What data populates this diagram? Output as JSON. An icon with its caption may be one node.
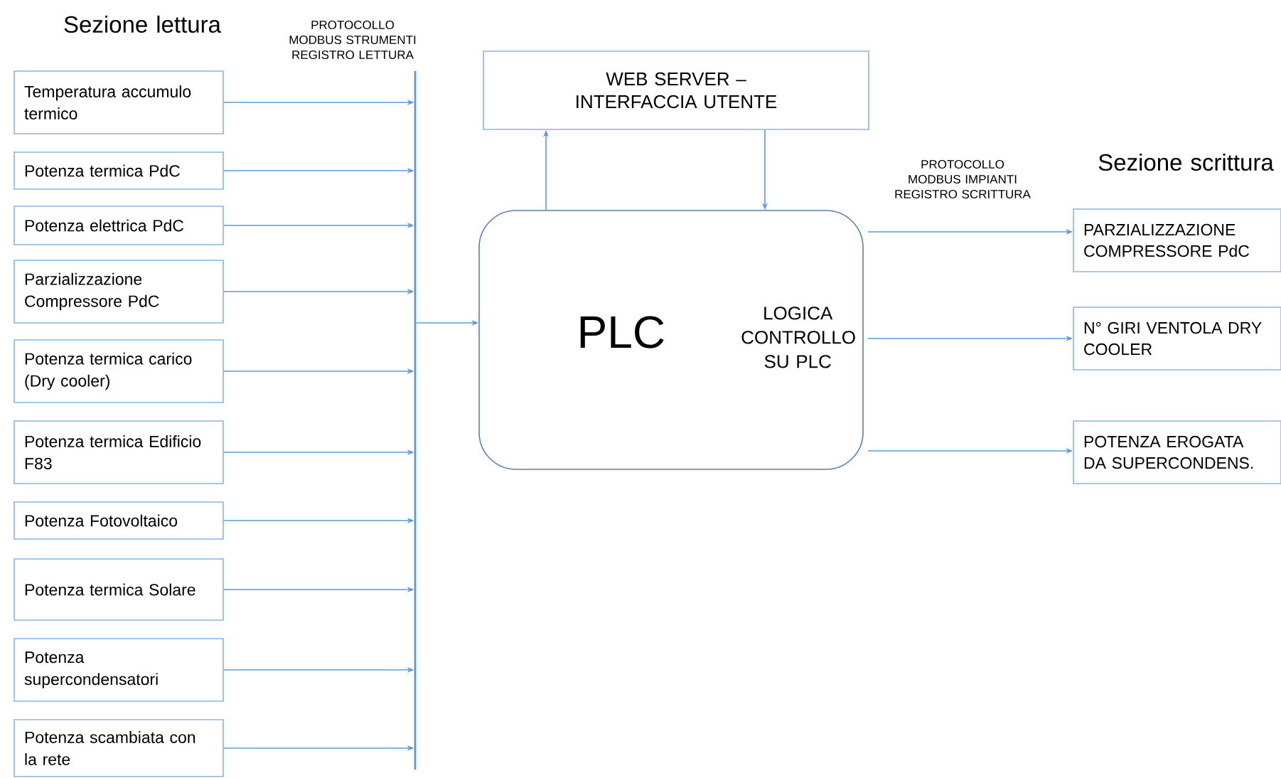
{
  "diagram": {
    "nodes": [
      {
        "text": [
          "Temperatura accumulo termico"
        ]
      },
      {
        "text": [
          "Potenza termica PdC"
        ]
      },
      {
        "text": [
          "Potenza elettrica PdC"
        ]
      },
      {
        "text": [
          "Parzializzazione Compressore PdC"
        ]
      },
      {
        "text": [
          "Potenza termica carico (Dry cooler)"
        ]
      },
      {
        "text": [
          "Potenza termica Edificio F83"
        ]
      },
      {
        "text": [
          "Potenza Fotovoltaico"
        ]
      },
      {
        "text": [
          "Potenza termica Solare"
        ]
      },
      {
        "text": [
          "Potenza supercondensatori"
        ]
      },
      {
        "text": [
          "Potenza scambiata con la rete"
        ]
      },
      {
        "text": [],
        "shape": "bar"
      },
      {
        "text": [
          "WEB SERVER – INTERFACCIA UTENTE"
        ]
      },
      {
        "text": [
          "PLC",
          "LOGICA CONTROLLO SU PLC"
        ]
      },
      {
        "text": [
          "PARZIALIZZAZIONE COMPRESSORE PdC"
        ]
      },
      {
        "text": [
          "N° GIRI VENTOLA DRY COOLER"
        ]
      },
      {
        "text": [
          "POTENZA EROGATA DA SUPERCONDENS."
        ]
      }
    ],
    "edges": [
      {
        "from": 0,
        "to": 10,
        "arrow": "to"
      },
      {
        "from": 1,
        "to": 10,
        "arrow": "to"
      },
      {
        "from": 2,
        "to": 10,
        "arrow": "to"
      },
      {
        "from": 3,
        "to": 10,
        "arrow": "to"
      },
      {
        "from": 4,
        "to": 10,
        "arrow": "to"
      },
      {
        "from": 5,
        "to": 10,
        "arrow": "to"
      },
      {
        "from": 6,
        "to": 10,
        "arrow": "to"
      },
      {
        "from": 7,
        "to": 10,
        "arrow": "to"
      },
      {
        "from": 8,
        "to": 10,
        "arrow": "to"
      },
      {
        "from": 9,
        "to": 10,
        "arrow": "to"
      },
      {
        "from": 10,
        "to": 12,
        "arrow": "to"
      },
      {
        "from": 12,
        "to": 11,
        "arrow": "to"
      },
      {
        "from": 11,
        "to": 12,
        "arrow": "to"
      },
      {
        "from": 12,
        "to": 13,
        "arrow": "to"
      },
      {
        "from": 12,
        "to": 14,
        "arrow": "to"
      },
      {
        "from": 12,
        "to": 15,
        "arrow": "to"
      }
    ],
    "labels": [
      "Sezione lettura",
      "PROTOCOLLO MODBUS STRUMENTI REGISTRO LETTURA",
      "PROTOCOLLO MODBUS IMPIANTI REGISTRO SCRITTURA",
      "Sezione scrittura"
    ]
  }
}
